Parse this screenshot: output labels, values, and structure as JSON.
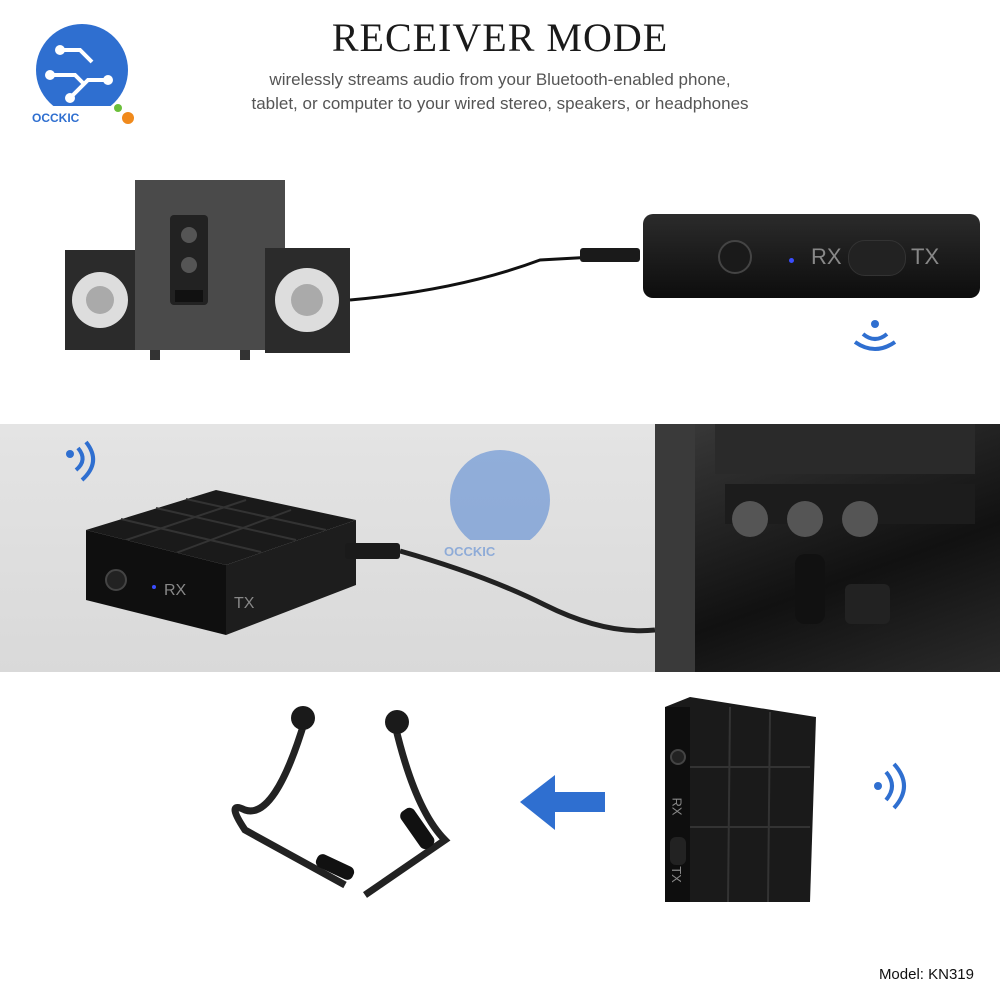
{
  "header": {
    "title": "RECEIVER MODE",
    "subtitle_line1": "wirelessly streams audio from your Bluetooth-enabled phone,",
    "subtitle_line2": "tablet, or computer to your wired stereo, speakers, or headphones"
  },
  "brand": {
    "name": "OCCKIC",
    "color_primary": "#2f6fd0",
    "color_accent": "#f08a1c"
  },
  "device": {
    "rx_label": "RX",
    "tx_label": "TX",
    "led_color": "#3a4dff"
  },
  "footer": {
    "model": "Model: KN319"
  },
  "icons": [
    "wifi-waves-icon",
    "arrow-left-icon",
    "power-button-icon"
  ]
}
